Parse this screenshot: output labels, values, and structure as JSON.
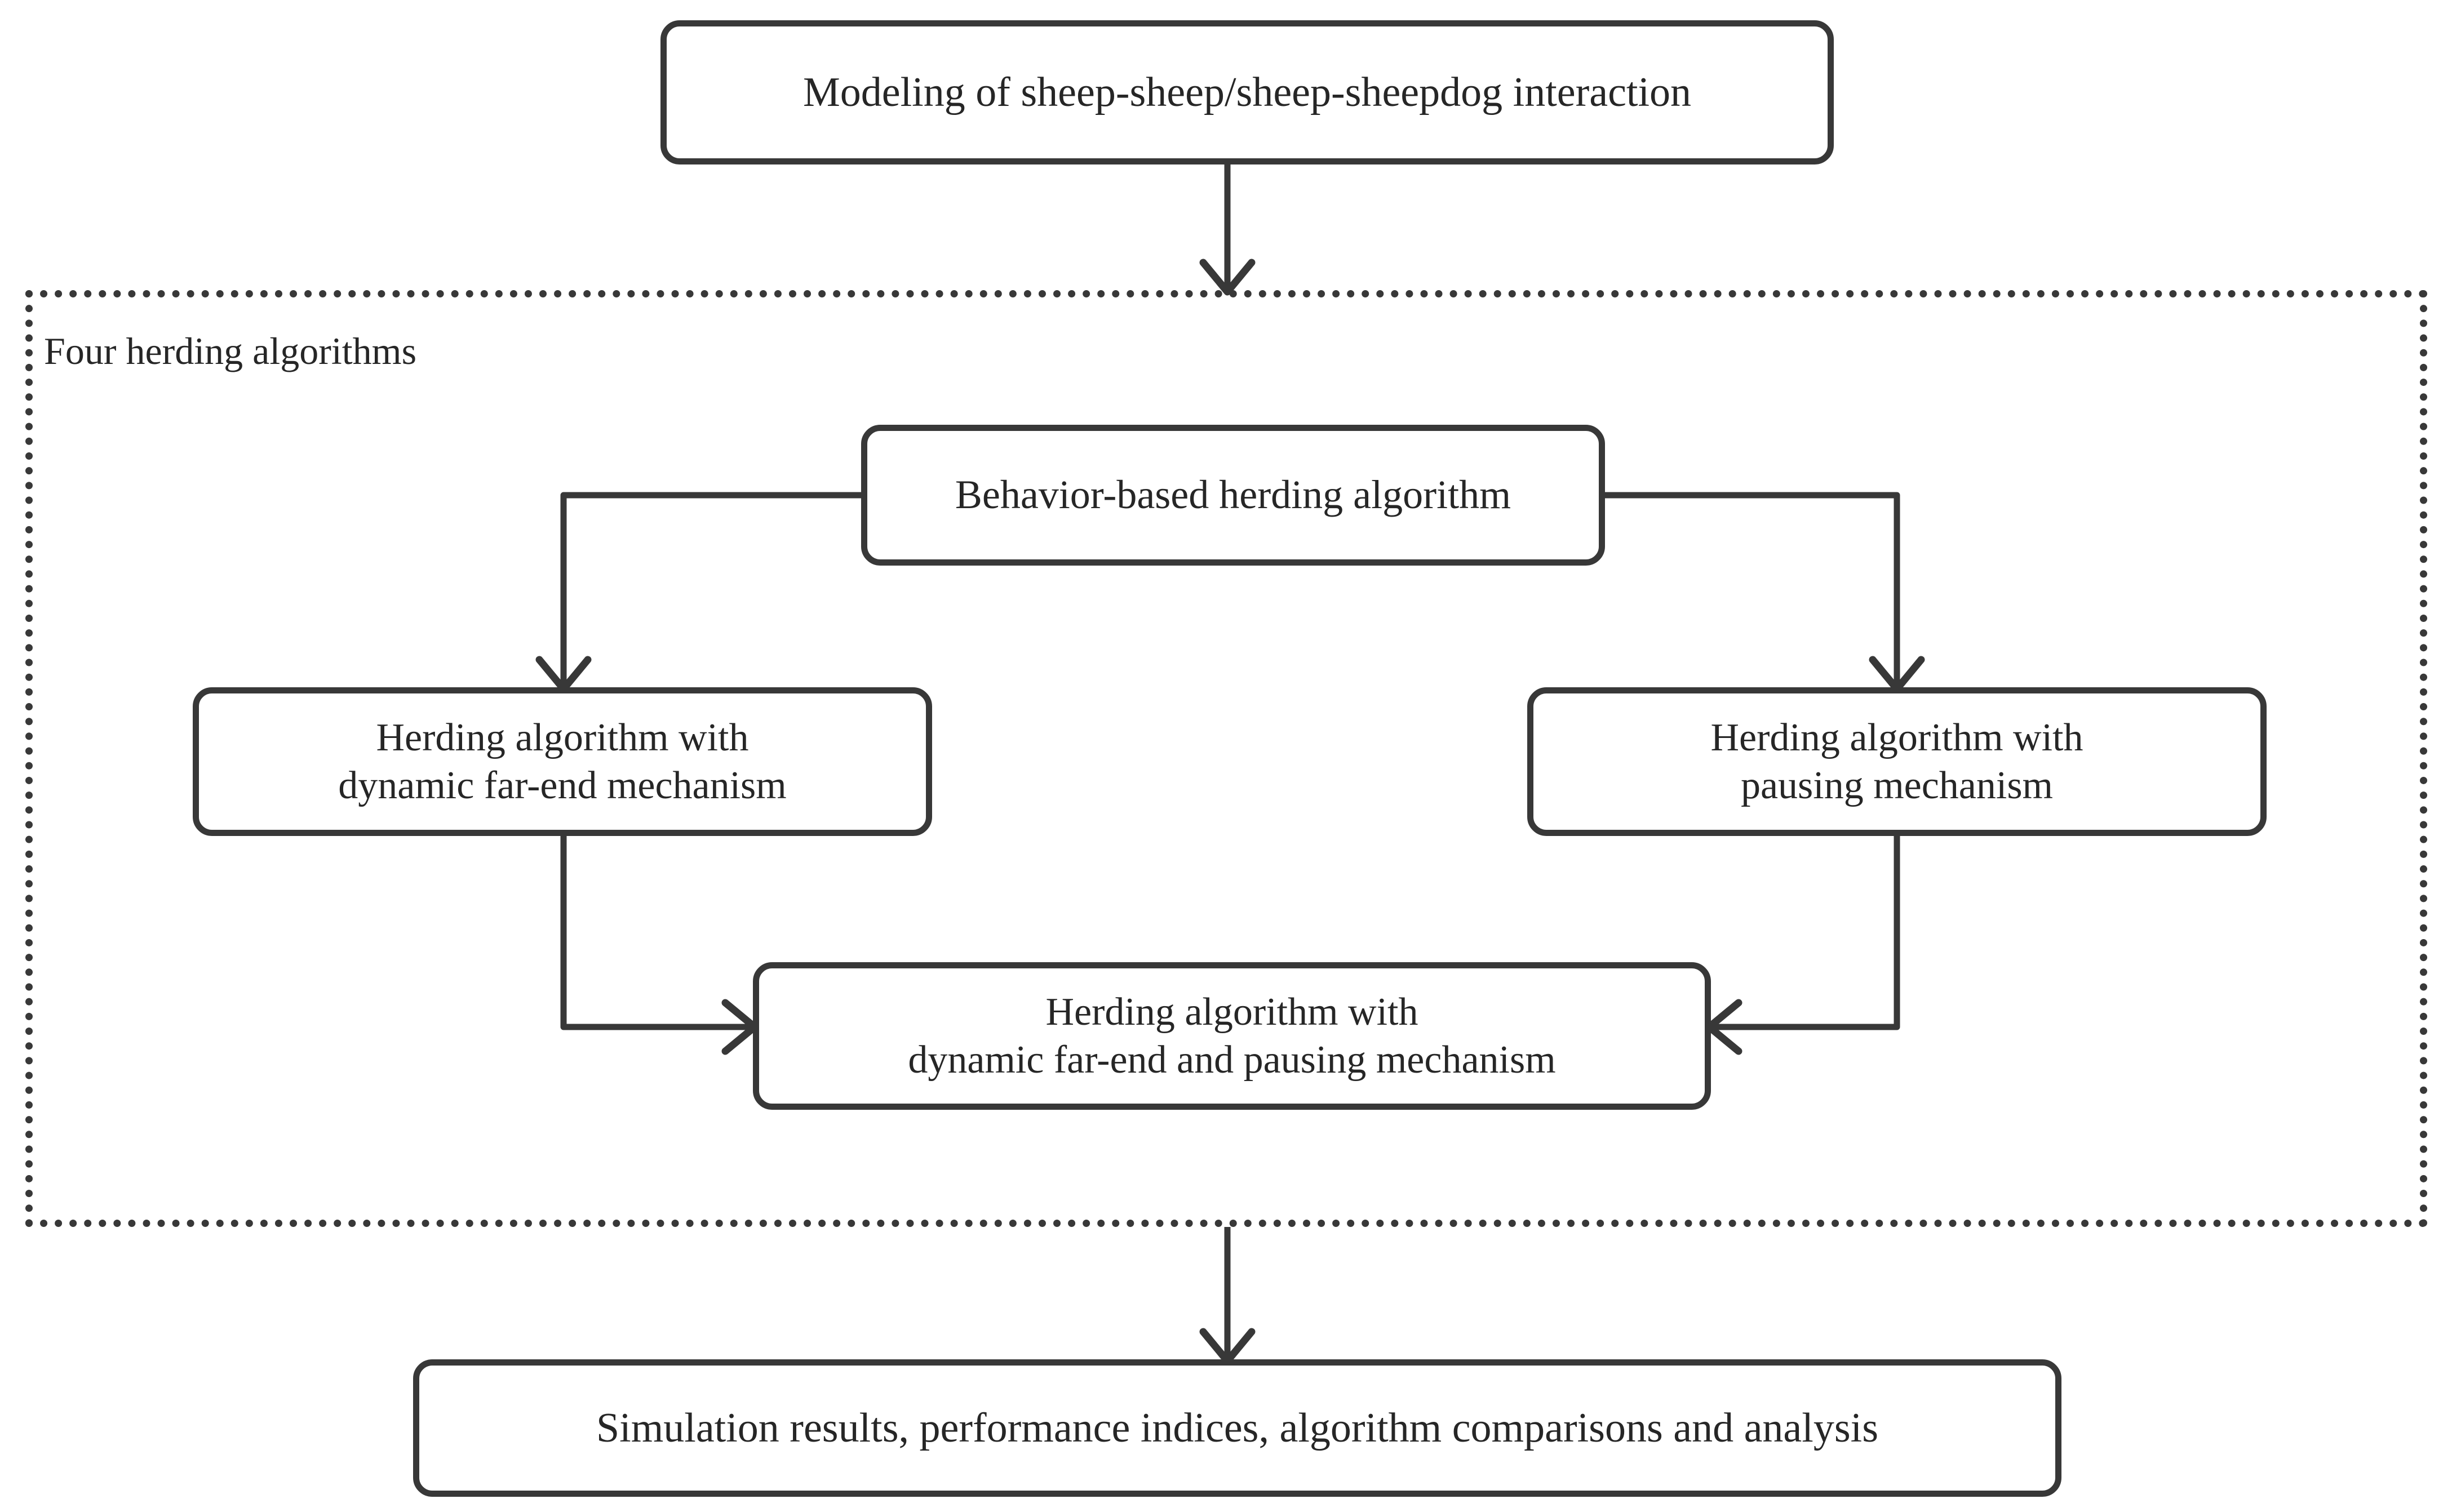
{
  "diagram": {
    "title_box": {
      "text": "Modeling of sheep-sheep/sheep-sheepdog interaction"
    },
    "group": {
      "label": "Four herding algorithms"
    },
    "nodes": {
      "behavior": {
        "text": "Behavior-based herding algorithm"
      },
      "far_end": {
        "text": "Herding algorithm with\ndynamic far-end mechanism"
      },
      "pausing": {
        "text": "Herding algorithm with\npausing mechanism"
      },
      "combined": {
        "text": "Herding algorithm with\ndynamic far-end and pausing mechanism"
      },
      "results": {
        "text": "Simulation results, performance indices, algorithm comparisons and analysis"
      }
    },
    "colors": {
      "stroke": "#383838",
      "text": "#262626",
      "background": "#ffffff"
    },
    "edges": [
      {
        "from": "title_box",
        "to": "group",
        "style": "arrow-down"
      },
      {
        "from": "behavior",
        "to": "far_end",
        "style": "elbow-left-down-arrow"
      },
      {
        "from": "behavior",
        "to": "pausing",
        "style": "elbow-right-down-arrow"
      },
      {
        "from": "far_end",
        "to": "combined",
        "style": "elbow-down-right-arrow"
      },
      {
        "from": "pausing",
        "to": "combined",
        "style": "elbow-down-left-arrow"
      },
      {
        "from": "group",
        "to": "results",
        "style": "arrow-down"
      }
    ]
  }
}
